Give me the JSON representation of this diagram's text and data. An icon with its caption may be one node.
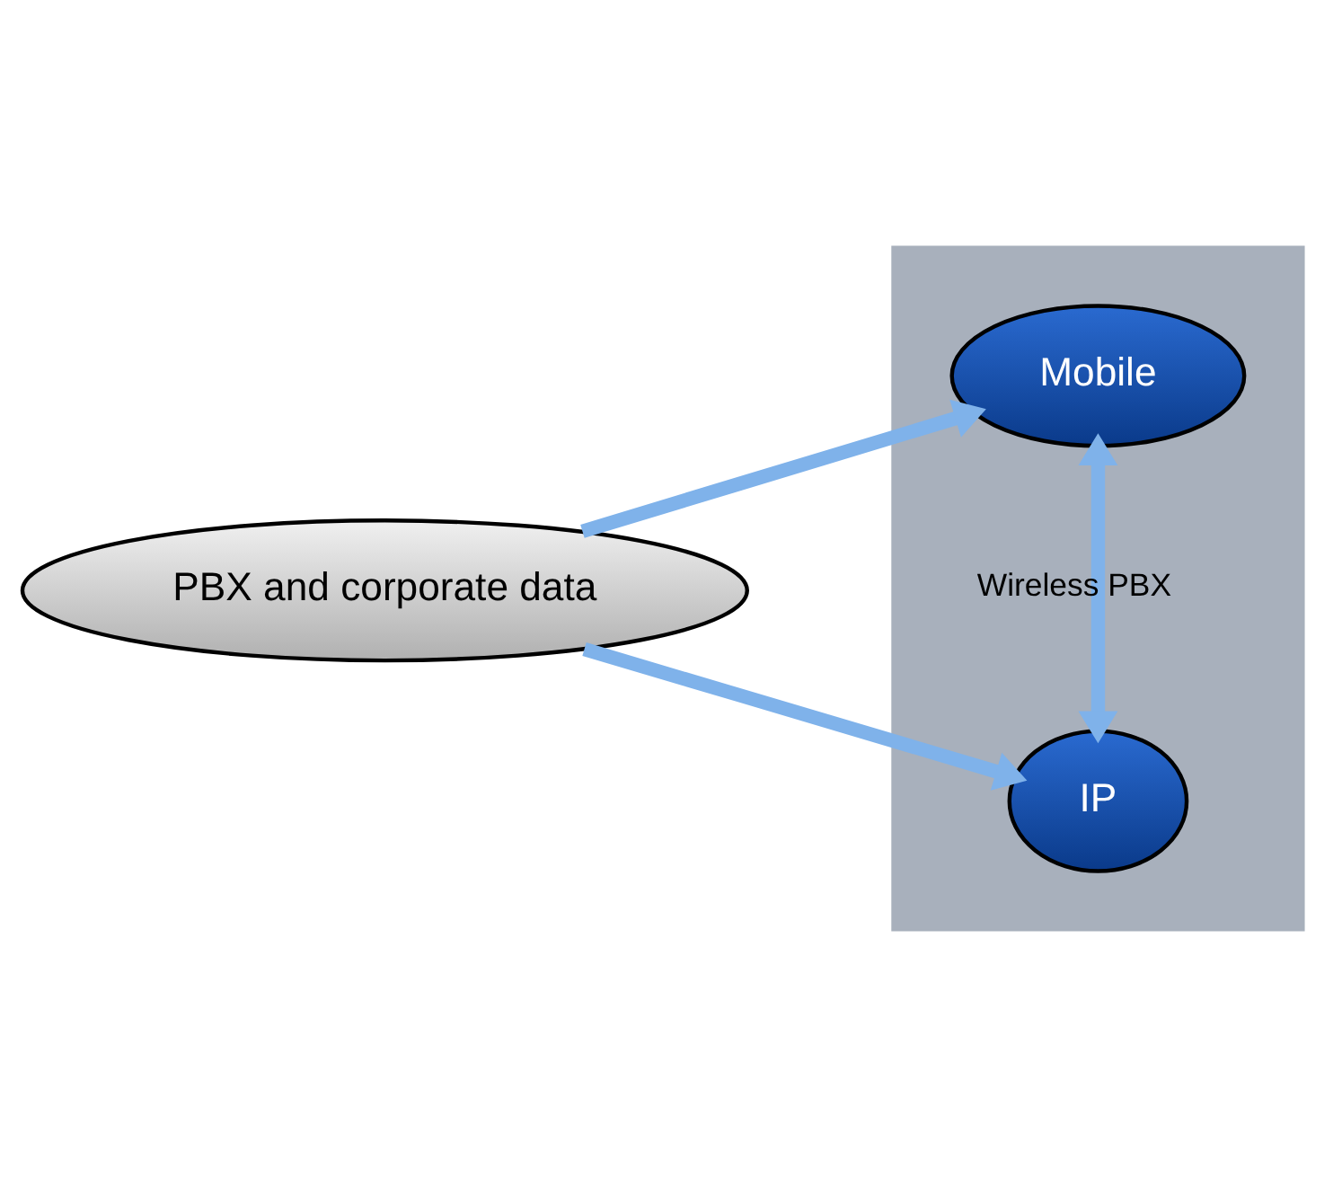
{
  "diagram": {
    "nodes": [
      {
        "text": [
          "PBX and corporate data"
        ]
      },
      {
        "text": [],
        "shape": "box"
      },
      {
        "text": [
          "Mobile"
        ],
        "in": 1
      },
      {
        "text": [
          "IP"
        ],
        "in": 1
      }
    ],
    "edges": [
      {
        "from": 0,
        "to": 2,
        "arrow": "to"
      },
      {
        "from": 0,
        "to": 3,
        "arrow": "to"
      },
      {
        "from": 2,
        "to": 3,
        "arrow": "both",
        "label": "Wireless PBX"
      }
    ]
  }
}
